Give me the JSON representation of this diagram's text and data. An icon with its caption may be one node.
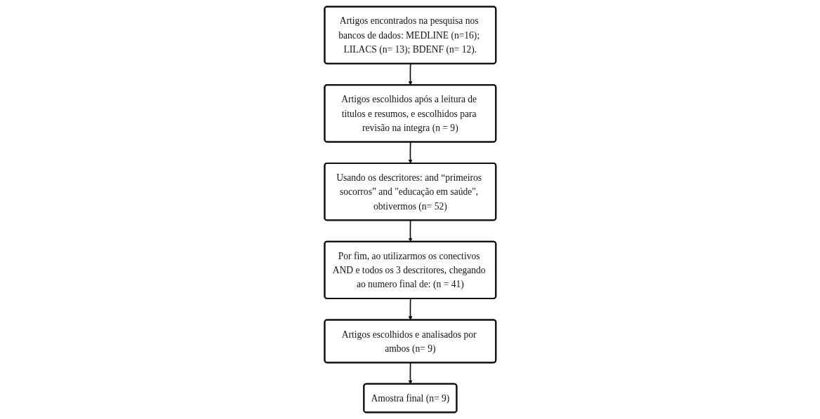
{
  "diagram": {
    "nodes": [
      {
        "text": [
          "Artigos encontrados na pesquisa nos bancos de dados: MEDLINE (n=16); LILACS (n= 13); BDENF (n= 12)."
        ]
      },
      {
        "text": [
          "Artigos escolhidos após a leitura de titulos e resumos, e escolhidos para revisão na integra (n = 9)"
        ]
      },
      {
        "text": [
          "Por fim, ao utilizarmos os conectivos AND e todos os 3 descritores, chegando ao numero final de: (n = 41)"
        ]
      },
      {
        "text": [
          "Usando os descritores: and “primeiros socorros” and \"educação em saúde\", obtivermos (n= 52)"
        ]
      },
      {
        "text": [
          "Amostra final (n= 9)"
        ]
      },
      {
        "text": [
          "Artigos escolhidos e analisados por ambos (n= 9)"
        ]
      }
    ],
    "edges": [
      {
        "from": 0,
        "to": 1,
        "arrow": "to"
      },
      {
        "from": 1,
        "to": 3,
        "arrow": "to"
      },
      {
        "from": 3,
        "to": 2,
        "arrow": "to"
      },
      {
        "from": 2,
        "to": 5,
        "arrow": "to"
      },
      {
        "from": 5,
        "to": 4,
        "arrow": "to"
      }
    ]
  }
}
